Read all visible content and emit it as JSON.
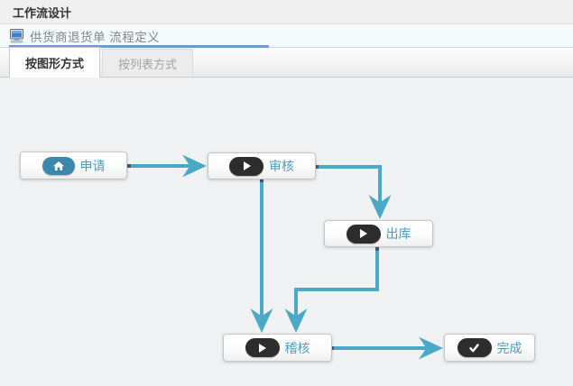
{
  "header": {
    "title": "工作流设计"
  },
  "doc_bar": {
    "icon": "computer-icon",
    "title": "供货商退货单 流程定义"
  },
  "tabs": [
    {
      "label": "按图形方式",
      "active": true
    },
    {
      "label": "按列表方式",
      "active": false
    }
  ],
  "workflow": {
    "nodes": [
      {
        "id": "apply",
        "label": "申请",
        "icon": "home-icon",
        "badge_color": "#3a89ac"
      },
      {
        "id": "review",
        "label": "审核",
        "icon": "play-icon",
        "badge_color": "#2d2d2d"
      },
      {
        "id": "outbound",
        "label": "出库",
        "icon": "play-icon",
        "badge_color": "#2d2d2d"
      },
      {
        "id": "audit",
        "label": "稽核",
        "icon": "play-icon",
        "badge_color": "#2d2d2d"
      },
      {
        "id": "complete",
        "label": "完成",
        "icon": "check-icon",
        "badge_color": "#2d2d2d"
      }
    ],
    "connections": [
      {
        "from": "apply",
        "to": "review"
      },
      {
        "from": "review",
        "to": "outbound"
      },
      {
        "from": "review",
        "to": "audit"
      },
      {
        "from": "outbound",
        "to": "audit"
      },
      {
        "from": "audit",
        "to": "complete"
      }
    ]
  },
  "colors": {
    "arrow": "#49a9c7",
    "node_label": "#4a9dc2",
    "tab_underline": "#6b9bd2",
    "badge_dark": "#2d2d2d",
    "badge_teal": "#3a89ac"
  }
}
